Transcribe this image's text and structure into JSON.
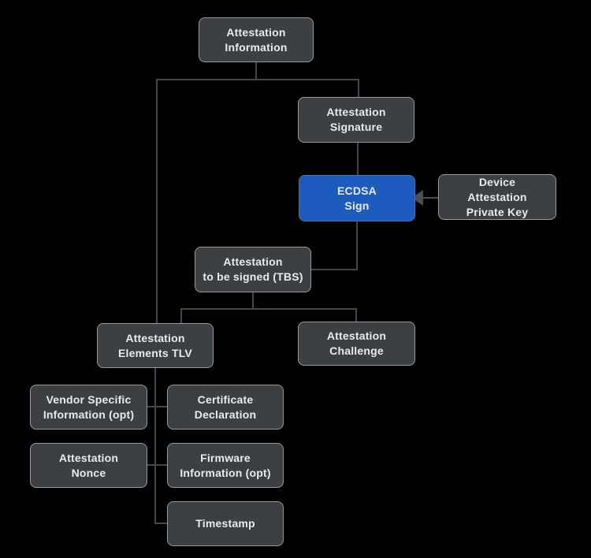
{
  "diagram": {
    "nodes": {
      "attestation_information": {
        "label": "Attestation\nInformation"
      },
      "attestation_signature": {
        "label": "Attestation\nSignature"
      },
      "ecdsa_sign": {
        "label": "ECDSA\nSign",
        "highlighted": true
      },
      "device_attestation_private_key": {
        "label": "Device\nAttestation\nPrivate Key"
      },
      "attestation_tbs": {
        "label": "Attestation\nto be signed (TBS)"
      },
      "attestation_elements_tlv": {
        "label": "Attestation\nElements TLV"
      },
      "attestation_challenge": {
        "label": "Attestation\nChallenge"
      },
      "vendor_specific_information": {
        "label": "Vendor Specific\nInformation (opt)"
      },
      "certificate_declaration": {
        "label": "Certificate\nDeclaration"
      },
      "attestation_nonce": {
        "label": "Attestation\nNonce"
      },
      "firmware_information": {
        "label": "Firmware\nInformation (opt)"
      },
      "timestamp": {
        "label": "Timestamp"
      }
    },
    "colors": {
      "background": "#000000",
      "node_fill": "#3c4043",
      "node_border": "#95999e",
      "node_text": "#e8eaed",
      "highlight_fill": "#1d5bbf",
      "highlight_border": "#4f6fa9",
      "connector": "#43474b",
      "arrow": "#4a4e52"
    }
  }
}
